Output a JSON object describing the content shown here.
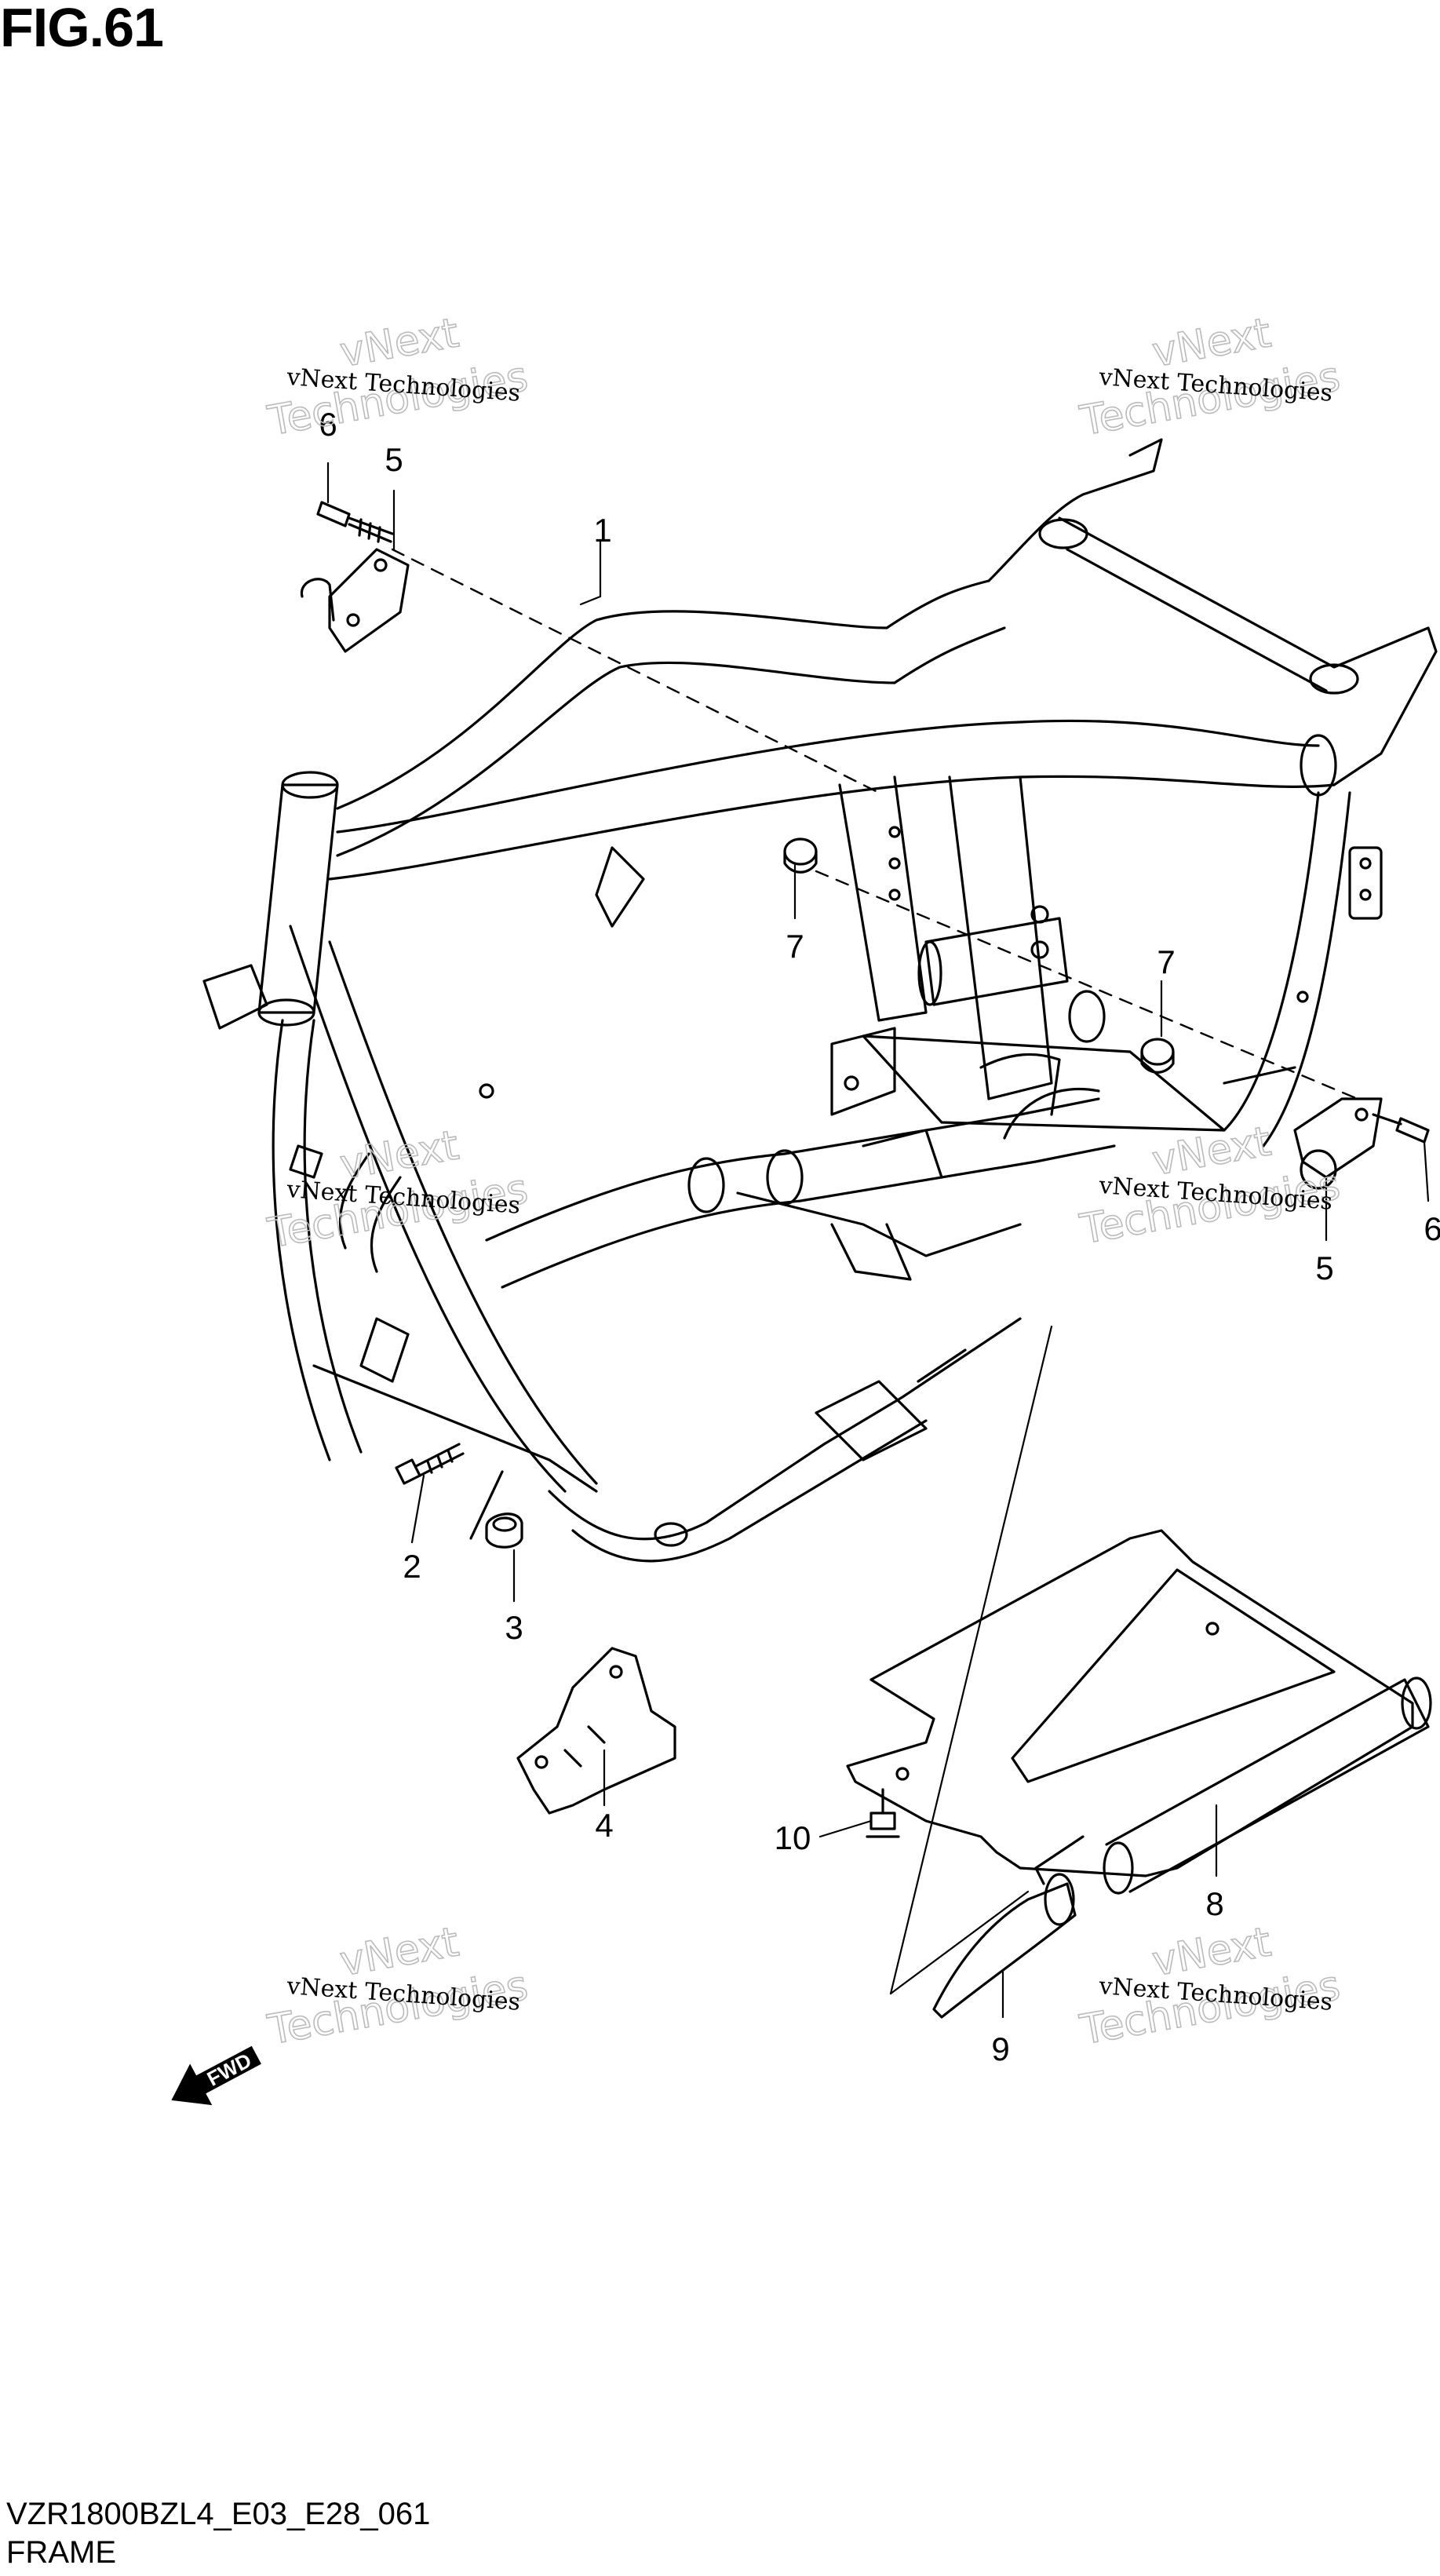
{
  "figure": {
    "title": "FIG.61"
  },
  "footer": {
    "code": "VZR1800BZL4_E03_E28_061",
    "name": "FRAME"
  },
  "watermark": {
    "line1": "vNext Technologies",
    "line2": "vNext",
    "line3": "Technologies"
  },
  "fwd_label": "FWD",
  "callouts": {
    "c1": "1",
    "c2": "2",
    "c3": "3",
    "c4": "4",
    "c5a": "5",
    "c5b": "5",
    "c6a": "6",
    "c6b": "6",
    "c7a": "7",
    "c7b": "7",
    "c8": "8",
    "c9": "9",
    "c10": "10"
  }
}
